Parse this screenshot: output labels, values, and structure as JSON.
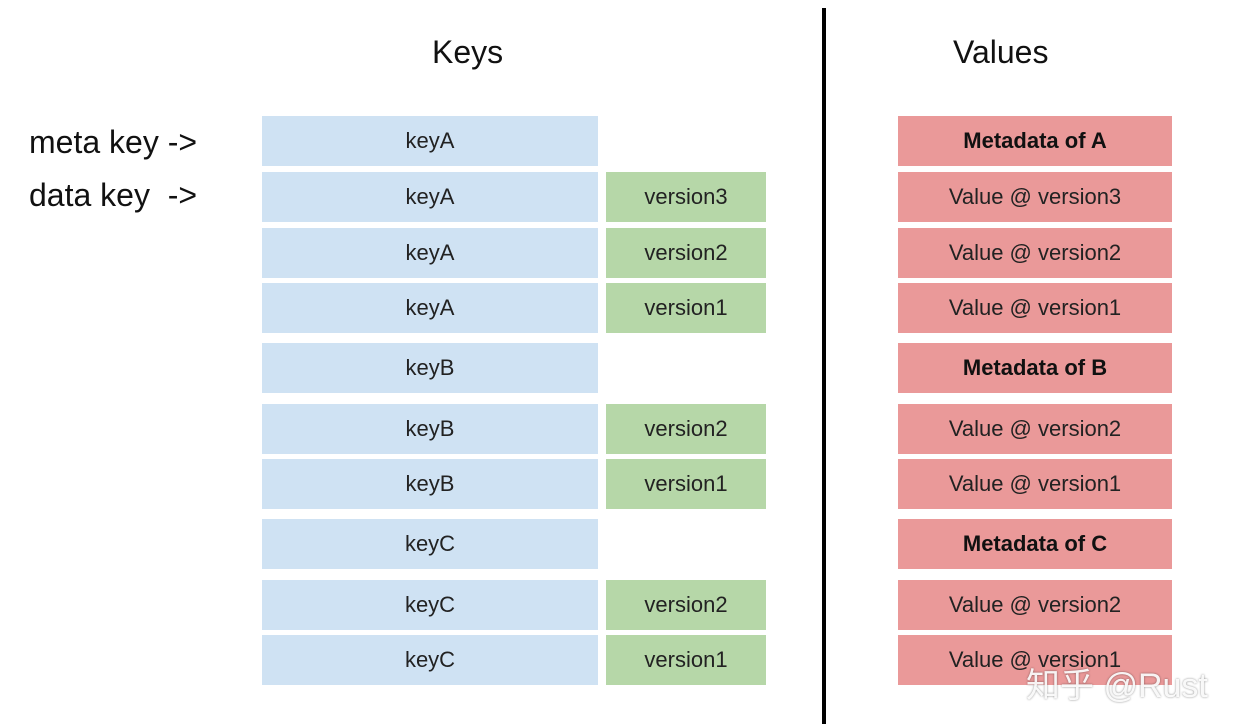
{
  "headings": {
    "keys": "Keys",
    "values": "Values"
  },
  "side_labels": {
    "meta": "meta key ->",
    "data": "data key  ->"
  },
  "colors": {
    "key": "#cfe2f3",
    "version": "#b6d7a8",
    "value": "#ea9999",
    "divider": "#000000"
  },
  "rows": [
    {
      "key": "keyA",
      "version": "",
      "value": "Metadata of A",
      "meta": true
    },
    {
      "key": "keyA",
      "version": "version3",
      "value": "Value @ version3",
      "meta": false
    },
    {
      "key": "keyA",
      "version": "version2",
      "value": "Value @ version2",
      "meta": false
    },
    {
      "key": "keyA",
      "version": "version1",
      "value": "Value @ version1",
      "meta": false
    },
    {
      "key": "keyB",
      "version": "",
      "value": "Metadata of B",
      "meta": true
    },
    {
      "key": "keyB",
      "version": "version2",
      "value": "Value @ version2",
      "meta": false
    },
    {
      "key": "keyB",
      "version": "version1",
      "value": "Value @ version1",
      "meta": false
    },
    {
      "key": "keyC",
      "version": "",
      "value": "Metadata of C",
      "meta": true
    },
    {
      "key": "keyC",
      "version": "version2",
      "value": "Value @ version2",
      "meta": false
    },
    {
      "key": "keyC",
      "version": "version1",
      "value": "Value @ version1",
      "meta": false
    }
  ],
  "watermark": "知乎 @Rust"
}
